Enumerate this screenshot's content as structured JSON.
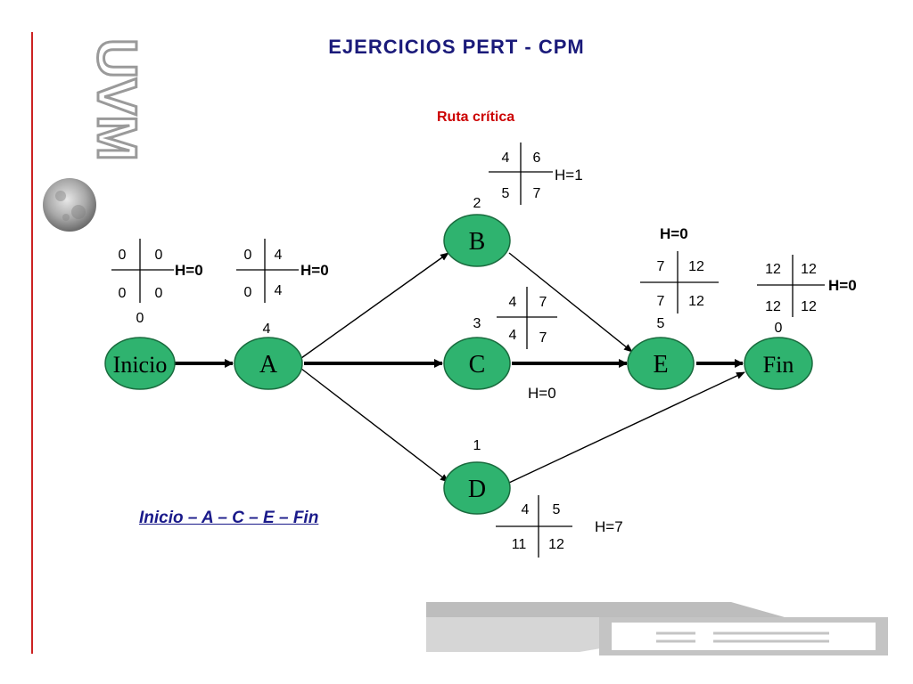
{
  "title": "EJERCICIOS PERT - CPM",
  "logo": {
    "text": "UVM",
    "accent": "#cc2222"
  },
  "critical_label": "Ruta crítica",
  "critical_path": "Inicio – A – C – E – Fin",
  "colors": {
    "node_fill": "#2fb36f",
    "node_stroke": "#1a6b3e",
    "title": "#1a1a7a",
    "critical": "#cc0000"
  },
  "nodes": {
    "inicio": {
      "label": "Inicio",
      "duration": "0",
      "es": "0",
      "ef": "0",
      "ls": "0",
      "lf": "0",
      "slack": "H=0"
    },
    "a": {
      "label": "A",
      "duration": "4",
      "es": "0",
      "ef": "4",
      "ls": "0",
      "lf": "4",
      "slack": "H=0"
    },
    "b": {
      "label": "B",
      "duration": "2",
      "es": "4",
      "ef": "6",
      "ls": "5",
      "lf": "7",
      "slack": "H=1"
    },
    "c": {
      "label": "C",
      "duration": "3",
      "es": "4",
      "ef": "7",
      "ls": "4",
      "lf": "7",
      "slack": "H=0"
    },
    "d": {
      "label": "D",
      "duration": "1",
      "es": "4",
      "ef": "5",
      "ls": "11",
      "lf": "12",
      "slack": "H=7"
    },
    "e": {
      "label": "E",
      "duration": "5",
      "es": "7",
      "ef": "12",
      "ls": "7",
      "lf": "12",
      "slack": "H=0"
    },
    "fin": {
      "label": "Fin",
      "duration": "0",
      "es": "12",
      "ef": "12",
      "ls": "12",
      "lf": "12",
      "slack": "H=0"
    }
  }
}
